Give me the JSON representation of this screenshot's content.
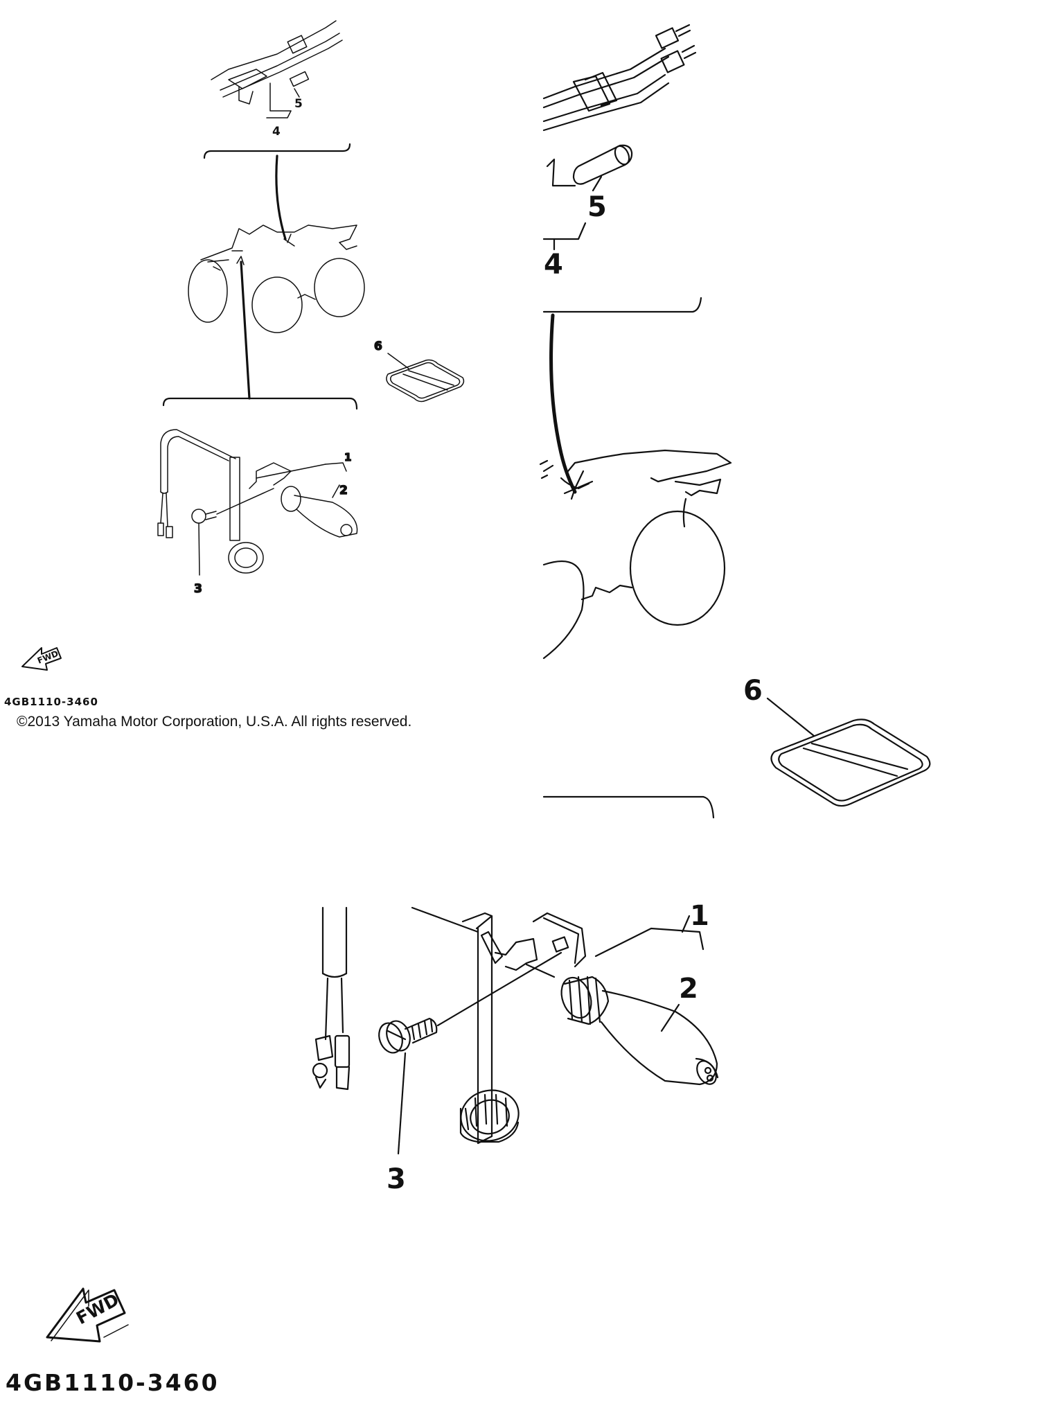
{
  "callouts": {
    "one": "1",
    "two": "2",
    "three": "3",
    "four": "4",
    "five": "5",
    "six": "6"
  },
  "fwd_label": "FWD",
  "drawing_code": "4GB1110-3460",
  "copyright": "©2013 Yamaha Motor Corporation, U.S.A. All rights reserved."
}
